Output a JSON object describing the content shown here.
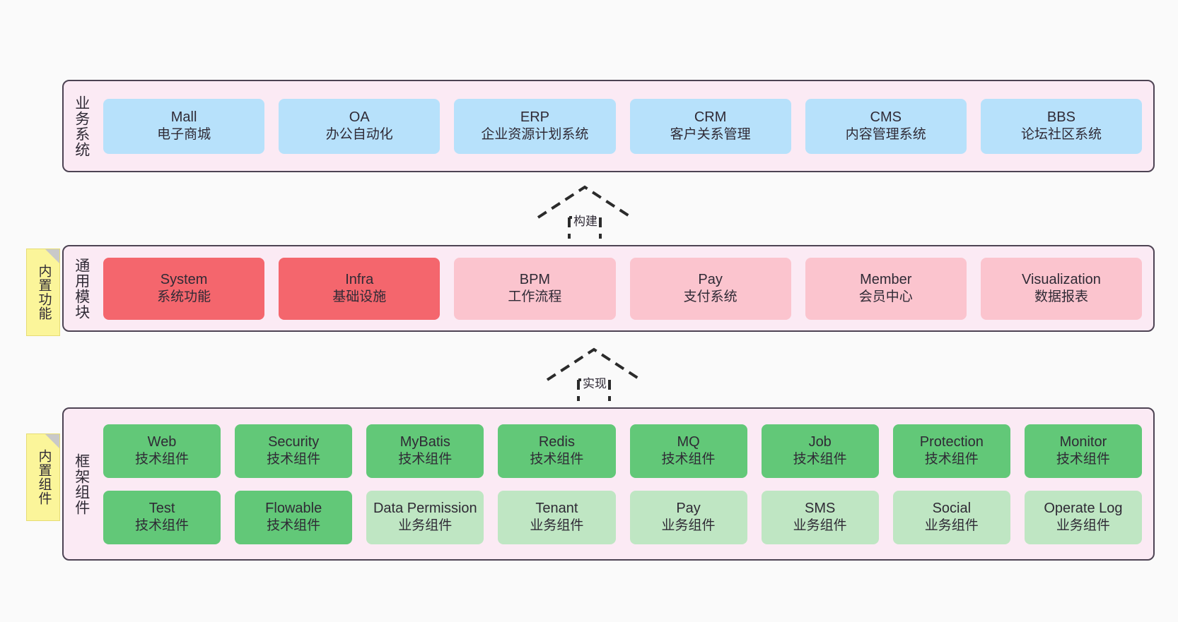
{
  "layers": [
    {
      "id": "business-systems",
      "label": "业务系统",
      "style": "blue",
      "rows": [
        {
          "cards": [
            {
              "name": "Mall",
              "desc": "电子商城"
            },
            {
              "name": "OA",
              "desc": "办公自动化"
            },
            {
              "name": "ERP",
              "desc": "企业资源计划系统"
            },
            {
              "name": "CRM",
              "desc": "客户关系管理"
            },
            {
              "name": "CMS",
              "desc": "内容管理系统"
            },
            {
              "name": "BBS",
              "desc": "论坛社区系统"
            }
          ]
        }
      ]
    },
    {
      "id": "common-modules",
      "label": "通用模块",
      "note": "内置功能",
      "rows": [
        {
          "cards": [
            {
              "name": "System",
              "desc": "系统功能",
              "style": "red"
            },
            {
              "name": "Infra",
              "desc": "基础设施",
              "style": "red"
            },
            {
              "name": "BPM",
              "desc": "工作流程",
              "style": "pink"
            },
            {
              "name": "Pay",
              "desc": "支付系统",
              "style": "pink"
            },
            {
              "name": "Member",
              "desc": "会员中心",
              "style": "pink"
            },
            {
              "name": "Visualization",
              "desc": "数据报表",
              "style": "pink"
            }
          ]
        }
      ]
    },
    {
      "id": "framework-components",
      "label": "框架组件",
      "note": "内置组件",
      "rows": [
        {
          "cards": [
            {
              "name": "Web",
              "desc": "技术组件",
              "style": "green"
            },
            {
              "name": "Security",
              "desc": "技术组件",
              "style": "green"
            },
            {
              "name": "MyBatis",
              "desc": "技术组件",
              "style": "green"
            },
            {
              "name": "Redis",
              "desc": "技术组件",
              "style": "green"
            },
            {
              "name": "MQ",
              "desc": "技术组件",
              "style": "green"
            },
            {
              "name": "Job",
              "desc": "技术组件",
              "style": "green"
            },
            {
              "name": "Protection",
              "desc": "技术组件",
              "style": "green"
            },
            {
              "name": "Monitor",
              "desc": "技术组件",
              "style": "green"
            }
          ]
        },
        {
          "cards": [
            {
              "name": "Test",
              "desc": "技术组件",
              "style": "green"
            },
            {
              "name": "Flowable",
              "desc": "技术组件",
              "style": "green"
            },
            {
              "name": "Data Permission",
              "desc": "业务组件",
              "style": "lightgreen"
            },
            {
              "name": "Tenant",
              "desc": "业务组件",
              "style": "lightgreen"
            },
            {
              "name": "Pay",
              "desc": "业务组件",
              "style": "lightgreen"
            },
            {
              "name": "SMS",
              "desc": "业务组件",
              "style": "lightgreen"
            },
            {
              "name": "Social",
              "desc": "业务组件",
              "style": "lightgreen"
            },
            {
              "name": "Operate Log",
              "desc": "业务组件",
              "style": "lightgreen"
            }
          ]
        }
      ]
    }
  ],
  "arrows": [
    {
      "id": "build-arrow",
      "label": "构建"
    },
    {
      "id": "implement-arrow",
      "label": "实现"
    }
  ],
  "colors": {
    "background": "#fafafa",
    "band_fill": "#fbeaf4",
    "band_border": "#4d4353",
    "blue": "#b7e1fb",
    "red": "#f4666d",
    "pink": "#fbc4ce",
    "green": "#62c878",
    "lightgreen": "#bfe6c3",
    "note": "#fbf59a"
  }
}
